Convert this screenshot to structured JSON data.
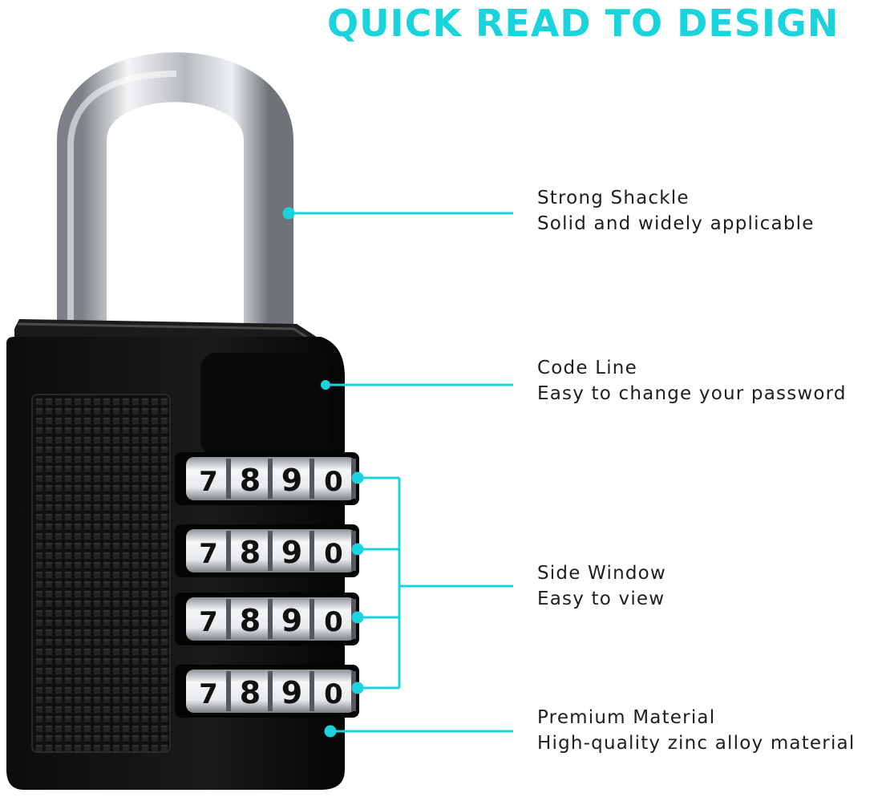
{
  "title": "QUICK READ TO DESIGN",
  "colors": {
    "accent": "#19d3dd",
    "lock_body": "#111111",
    "shackle": "#c9ccd0"
  },
  "features": [
    {
      "name": "Strong Shackle",
      "desc": "Solid and widely applicable"
    },
    {
      "name": "Code Line",
      "desc": "Easy to change your password"
    },
    {
      "name": "Side Window",
      "desc": "Easy to view"
    },
    {
      "name": "Premium Material",
      "desc": "High-quality zinc alloy material"
    }
  ],
  "dials": [
    {
      "digits": [
        "7",
        "8",
        "9",
        "0"
      ]
    },
    {
      "digits": [
        "7",
        "8",
        "9",
        "0"
      ]
    },
    {
      "digits": [
        "7",
        "8",
        "9",
        "0"
      ]
    },
    {
      "digits": [
        "7",
        "8",
        "9",
        "0"
      ]
    }
  ]
}
